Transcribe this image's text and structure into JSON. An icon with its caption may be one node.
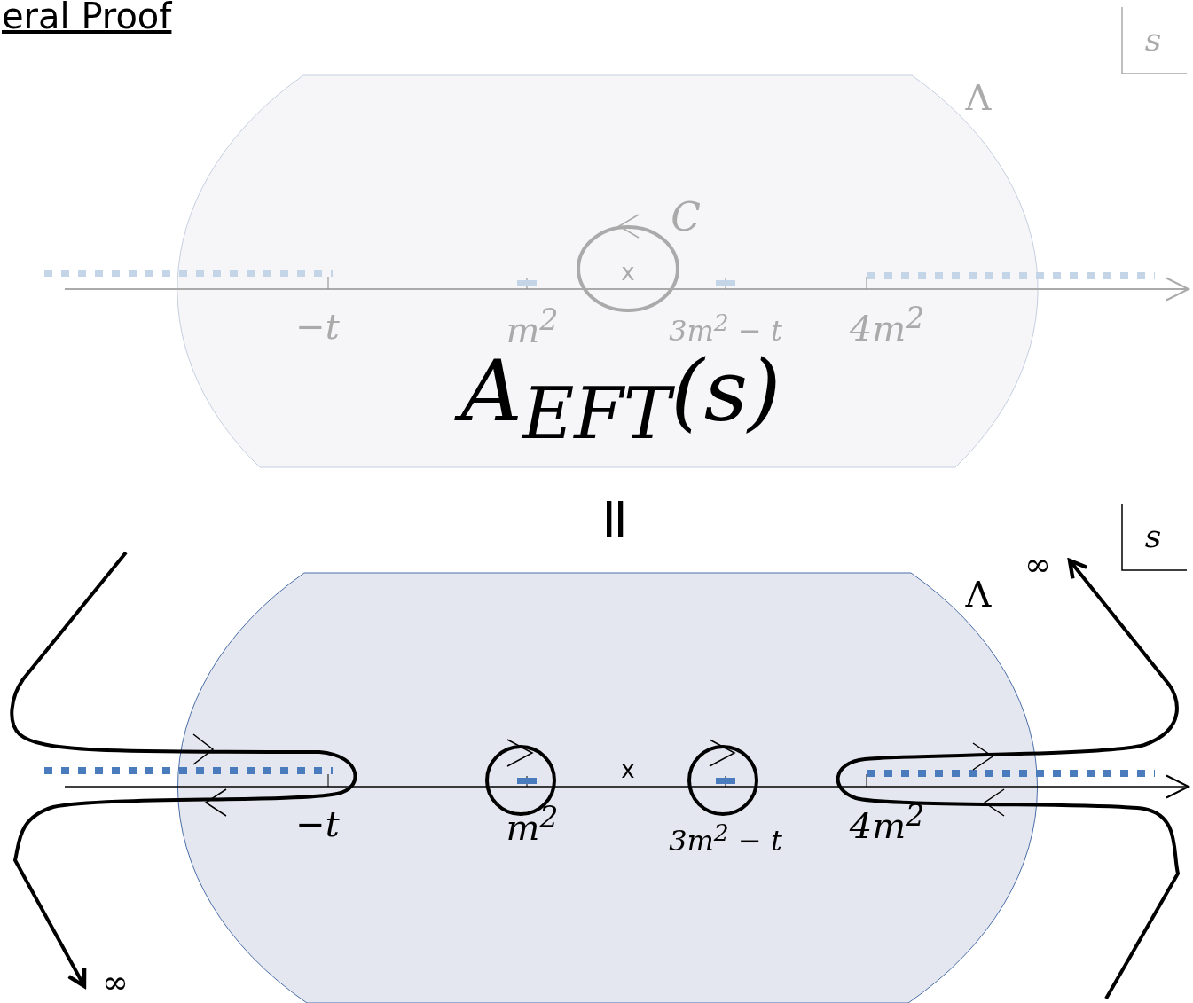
{
  "diagram": {
    "title": "eral Proof",
    "labels": [
      "s",
      "Λ",
      "C",
      "x",
      "−t",
      "m$^{2}$",
      "3m$^{2}$ − t",
      "4m$^{2}$",
      "A$_{EFT}$(s)",
      "=",
      "s",
      "∞",
      "Λ",
      "x",
      "−t",
      "m$^{2}$",
      "3m$^{2}$ − t",
      "4m$^{2}$",
      "∞"
    ]
  }
}
